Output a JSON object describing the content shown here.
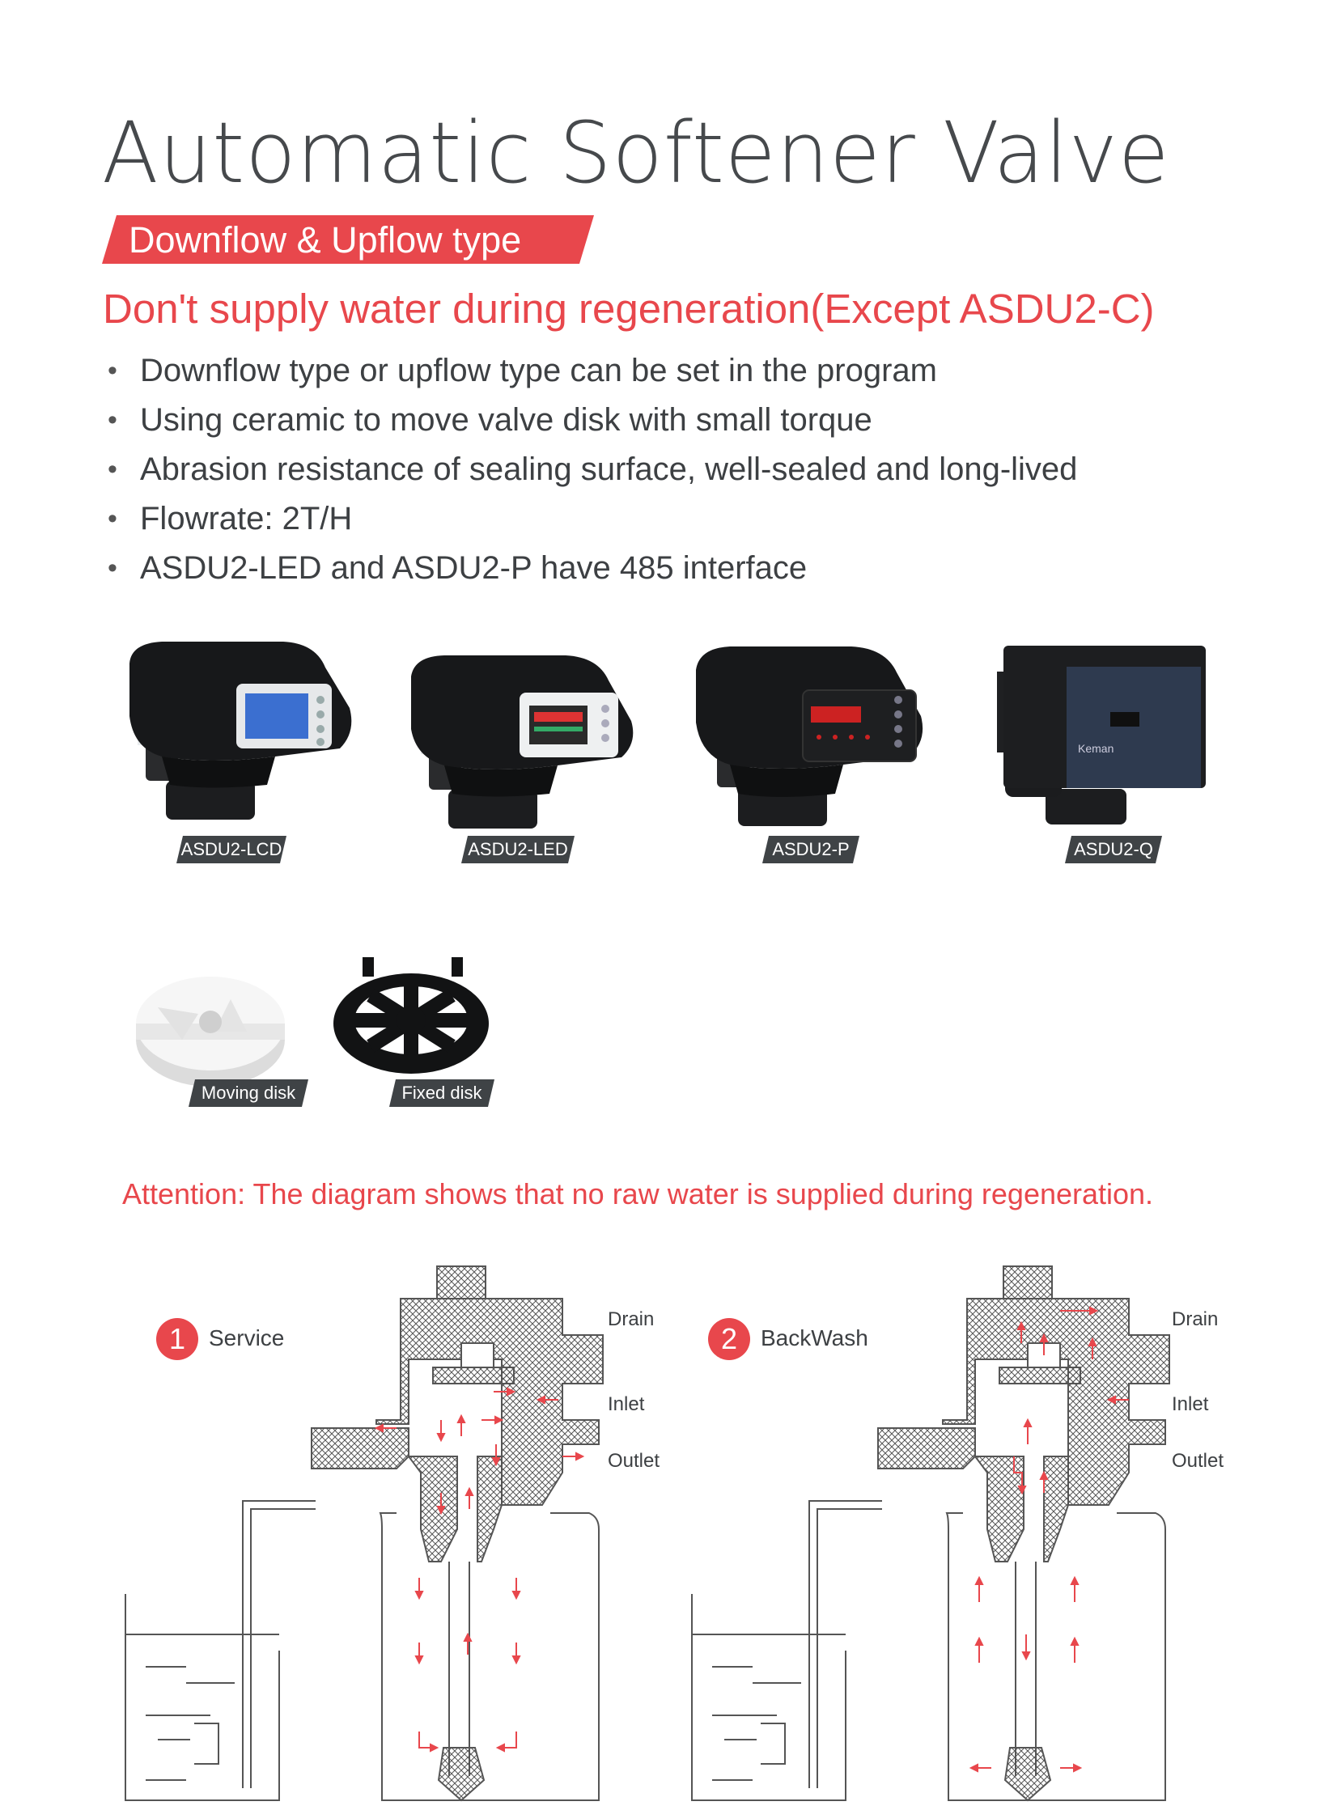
{
  "header": {
    "title": "Automatic Softener Valve",
    "ribbon": "Downflow & Upflow type",
    "subtitle": "Don't supply water during regeneration(Except ASDU2-C)"
  },
  "features": [
    "Downflow type or upflow type can be set in the program",
    "Using ceramic to move valve disk with small torque",
    "Abrasion resistance of sealing surface, well-sealed and long-lived",
    "Flowrate: 2T/H",
    "ASDU2-LED and ASDU2-P have 485 interface"
  ],
  "products": [
    {
      "label": "ASDU2-LCD"
    },
    {
      "label": "ASDU2-LED"
    },
    {
      "label": "ASDU2-P"
    },
    {
      "label": "ASDU2-Q"
    }
  ],
  "disks": [
    {
      "label": "Moving disk"
    },
    {
      "label": "Fixed disk"
    }
  ],
  "attention": "Attention: The diagram shows that no raw water is supplied during regeneration.",
  "diagrams": [
    {
      "number": "1",
      "title": "Service",
      "drain": "Drain",
      "inlet": "Inlet",
      "outlet": "Outlet"
    },
    {
      "number": "2",
      "title": "BackWash",
      "drain": "Drain",
      "inlet": "Inlet",
      "outlet": "Outlet"
    }
  ],
  "colors": {
    "accent": "#e8474c",
    "dark": "#3f4346",
    "text": "#3d4043"
  }
}
